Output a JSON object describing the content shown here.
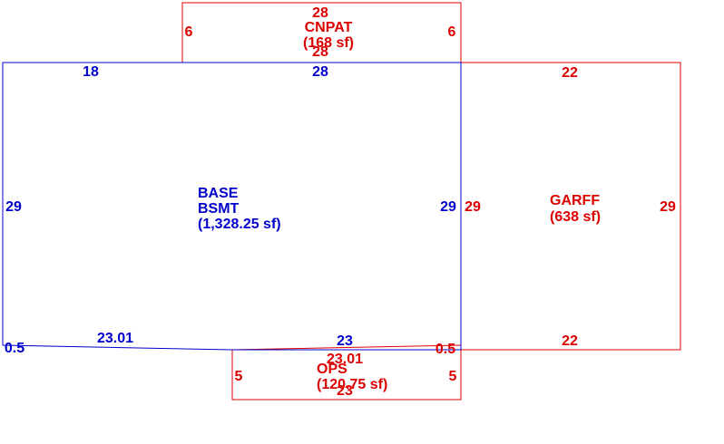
{
  "colors": {
    "base": "#0000cc",
    "addon": "#dd0000",
    "background": "#ffffff"
  },
  "areas": {
    "base": {
      "line1": "BASE",
      "line2": "BSMT",
      "area": "(1,328.25 sf)"
    },
    "cnpat": {
      "name": "CNPAT",
      "area": "(168 sf)"
    },
    "garff": {
      "name": "GARFF",
      "area": "(638 sf)"
    },
    "ops": {
      "name": "OPS",
      "area": "(120.75 sf)"
    }
  },
  "dimensions": {
    "base_top_left": "18",
    "base_top_right": "28",
    "base_left": "29",
    "base_right": "29",
    "base_bottom_left": "23.01",
    "base_bottom_right": "23",
    "base_corner_left": "0.5",
    "base_corner_right": "0.5",
    "cnpat_top": "28",
    "cnpat_bottom": "28",
    "cnpat_left": "6",
    "cnpat_right": "6",
    "garff_top": "22",
    "garff_bottom": "22",
    "garff_left": "29",
    "garff_right": "29",
    "ops_top": "23.01",
    "ops_bottom": "23",
    "ops_left": "5",
    "ops_right": "5"
  }
}
